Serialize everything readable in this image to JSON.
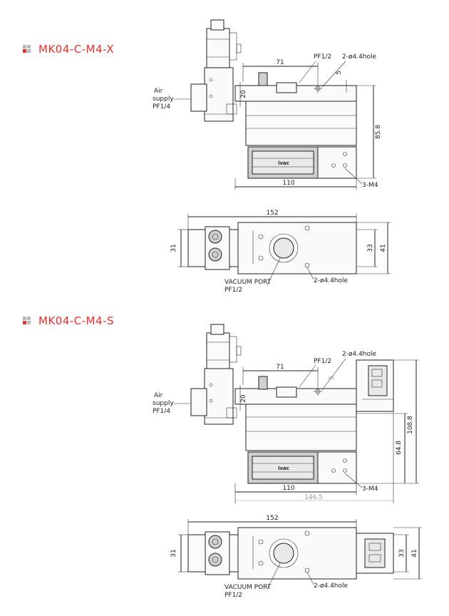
{
  "colors": {
    "title": "#e0312f",
    "icon_red": "#e0312f",
    "icon_grey": "#b9b9b9"
  },
  "section1": {
    "title": "MK04-C-M4-X",
    "top_view": {
      "dim_71": "71",
      "dim_5": "5",
      "dim_20": "20",
      "dim_85_8": "85.8",
      "dim_110": "110",
      "label_pf12": "PF1/2",
      "label_holes": "2-ø4.4hole",
      "label_m4": "3-M4",
      "air_line1": "Air",
      "air_line2": "supply",
      "air_line3": "PF1/4",
      "logo": "ivac"
    },
    "side_view": {
      "dim_152": "152",
      "dim_31": "31",
      "dim_33": "33",
      "dim_41": "41",
      "vac_line1": "VACUUM  PORT",
      "vac_line2": "PF1/2",
      "label_holes": "2-ø4.4hole"
    }
  },
  "section2": {
    "title": "MK04-C-M4-S",
    "top_view": {
      "dim_71": "71",
      "dim_5": "5",
      "dim_20": "20",
      "dim_108_8": "108.8",
      "dim_64_8": "64.8",
      "dim_110": "110",
      "dim_146_5": "146.5",
      "label_pf12": "PF1/2",
      "label_holes": "2-ø4.4hole",
      "label_m4": "3-M4",
      "air_line1": "Air",
      "air_line2": "supply",
      "air_line3": "PF1/4",
      "logo": "ivac"
    },
    "side_view": {
      "dim_152": "152",
      "dim_31": "31",
      "dim_33": "33",
      "dim_41": "41",
      "vac_line1": "VACUUM  PORT",
      "vac_line2": "PF1/2",
      "label_holes": "2-ø4.4hole"
    }
  }
}
